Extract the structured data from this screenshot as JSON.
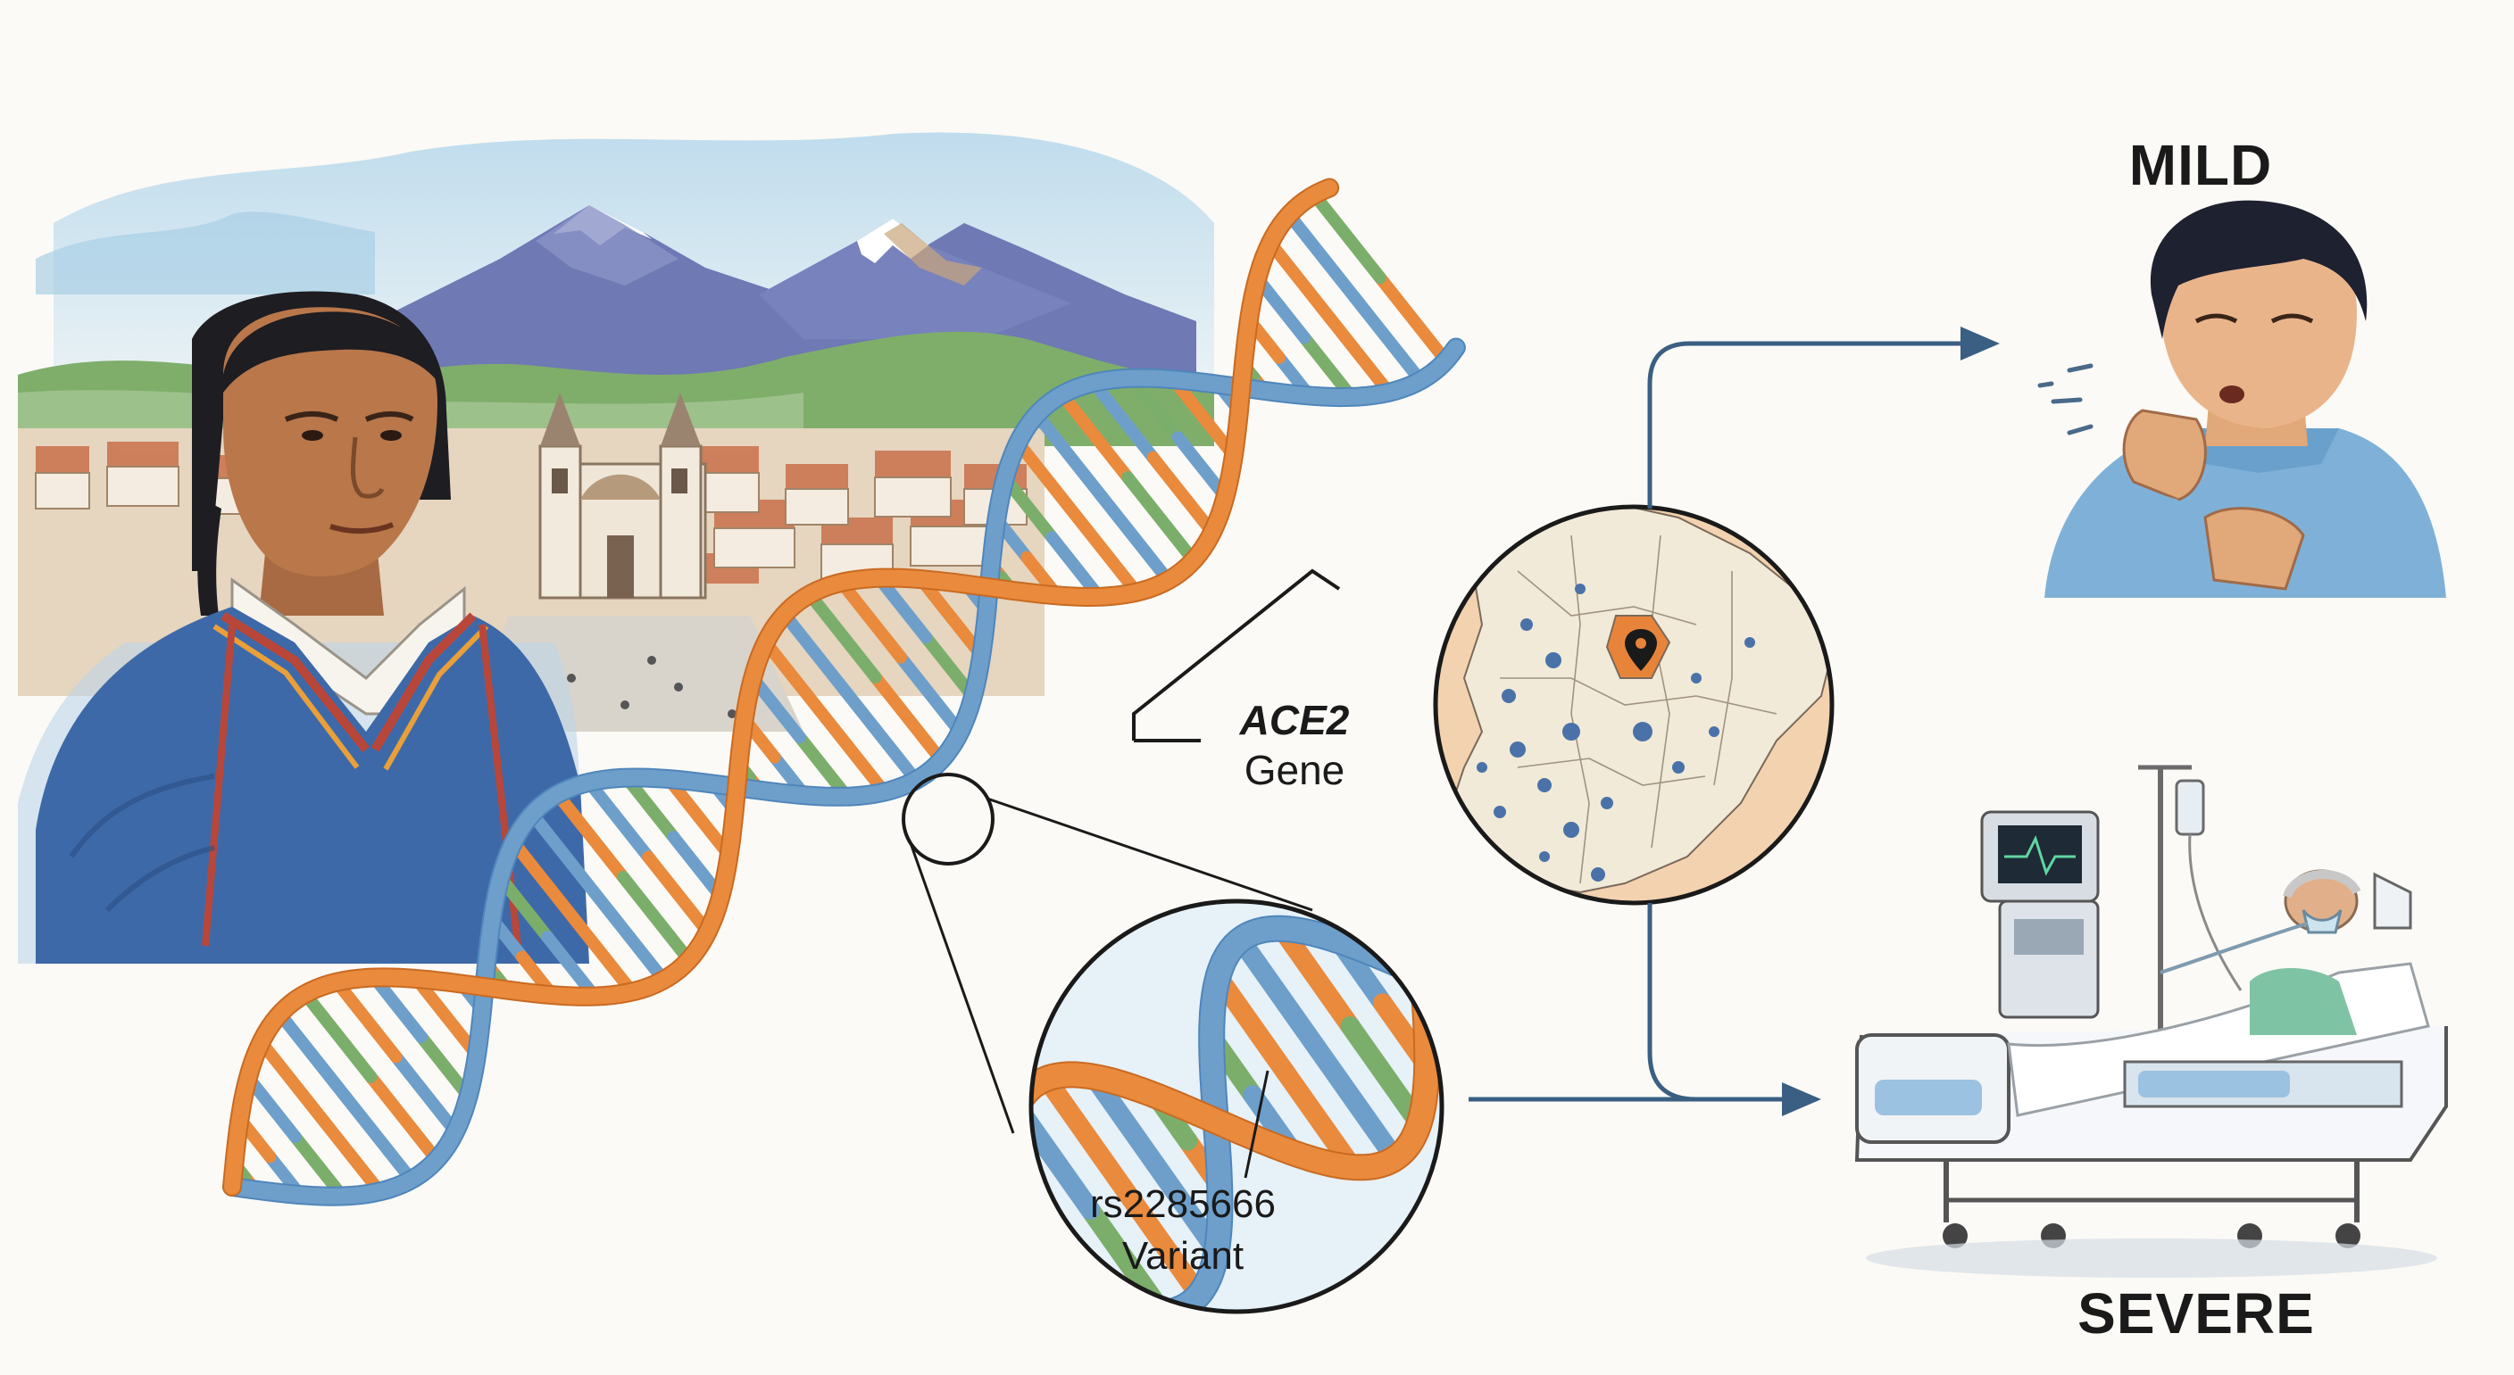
{
  "gene": {
    "name": "ACE2",
    "word": "Gene"
  },
  "variant": {
    "id": "rs2285666",
    "word": "Variant"
  },
  "outcomes": {
    "mild": "MILD",
    "severe": "SEVERE"
  },
  "colors": {
    "dna_blue": "#6e9fcb",
    "dna_orange": "#e98a3c",
    "dna_green": "#7cae6b",
    "arrow": "#3a5f82",
    "map_land": "#f1ead8",
    "map_ocean": "#f3d2b0",
    "highlight_province": "#e8843a",
    "shirt_blue": "#3e69a8",
    "poncho_red": "#b8473a"
  },
  "icons": [
    "person-portrait-illustration",
    "andean-city-landscape",
    "dna-double-helix",
    "magnifier-lens",
    "country-map",
    "coughing-patient",
    "hospital-bed-patient"
  ]
}
